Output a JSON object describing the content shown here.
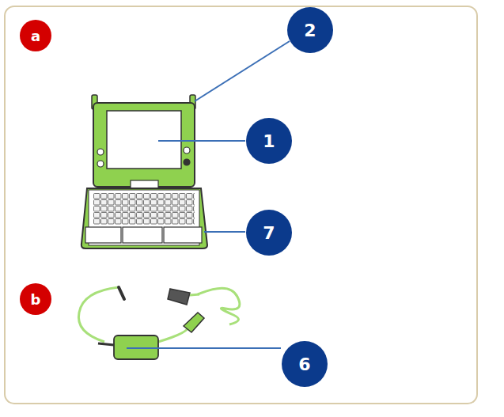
{
  "diagram": {
    "nodes": [
      {
        "text": [
          "a"
        ]
      },
      {
        "text": [
          "2"
        ]
      },
      {
        "text": [
          "1"
        ]
      },
      {
        "text": [
          "7"
        ]
      },
      {
        "text": [
          "b"
        ]
      },
      {
        "text": [
          "6"
        ]
      }
    ]
  }
}
